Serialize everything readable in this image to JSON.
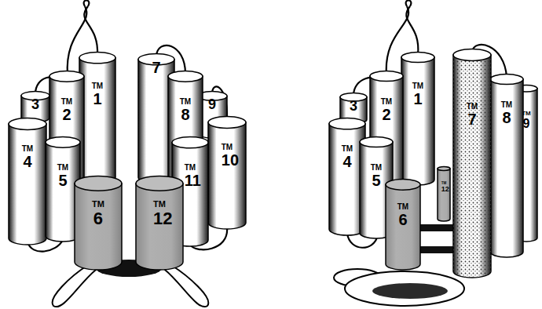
{
  "diagram": {
    "nodes": [
      {
        "text": [
          "TM 1"
        ]
      },
      {
        "text": [
          "TM 2"
        ]
      },
      {
        "text": [
          "3"
        ]
      },
      {
        "text": [
          "TM 4"
        ]
      },
      {
        "text": [
          "TM 5"
        ]
      },
      {
        "text": [
          "TM 6"
        ]
      },
      {
        "text": [
          "7"
        ]
      },
      {
        "text": [
          "TM 8"
        ]
      },
      {
        "text": [
          "9"
        ]
      },
      {
        "text": [
          "TM 10"
        ]
      },
      {
        "text": [
          "TM 11"
        ]
      },
      {
        "text": [
          "TM 12"
        ]
      },
      {
        "text": [
          "TM 1"
        ]
      },
      {
        "text": [
          "TM 2"
        ]
      },
      {
        "text": [
          "3"
        ]
      },
      {
        "text": [
          "TM 4"
        ]
      },
      {
        "text": [
          "TM 5"
        ]
      },
      {
        "text": [
          "TM 6"
        ]
      },
      {
        "text": [
          "TM 7"
        ]
      },
      {
        "text": [
          "TM 8"
        ]
      },
      {
        "text": [
          "TM 9"
        ]
      },
      {
        "text": [
          "TM 12"
        ]
      }
    ]
  }
}
